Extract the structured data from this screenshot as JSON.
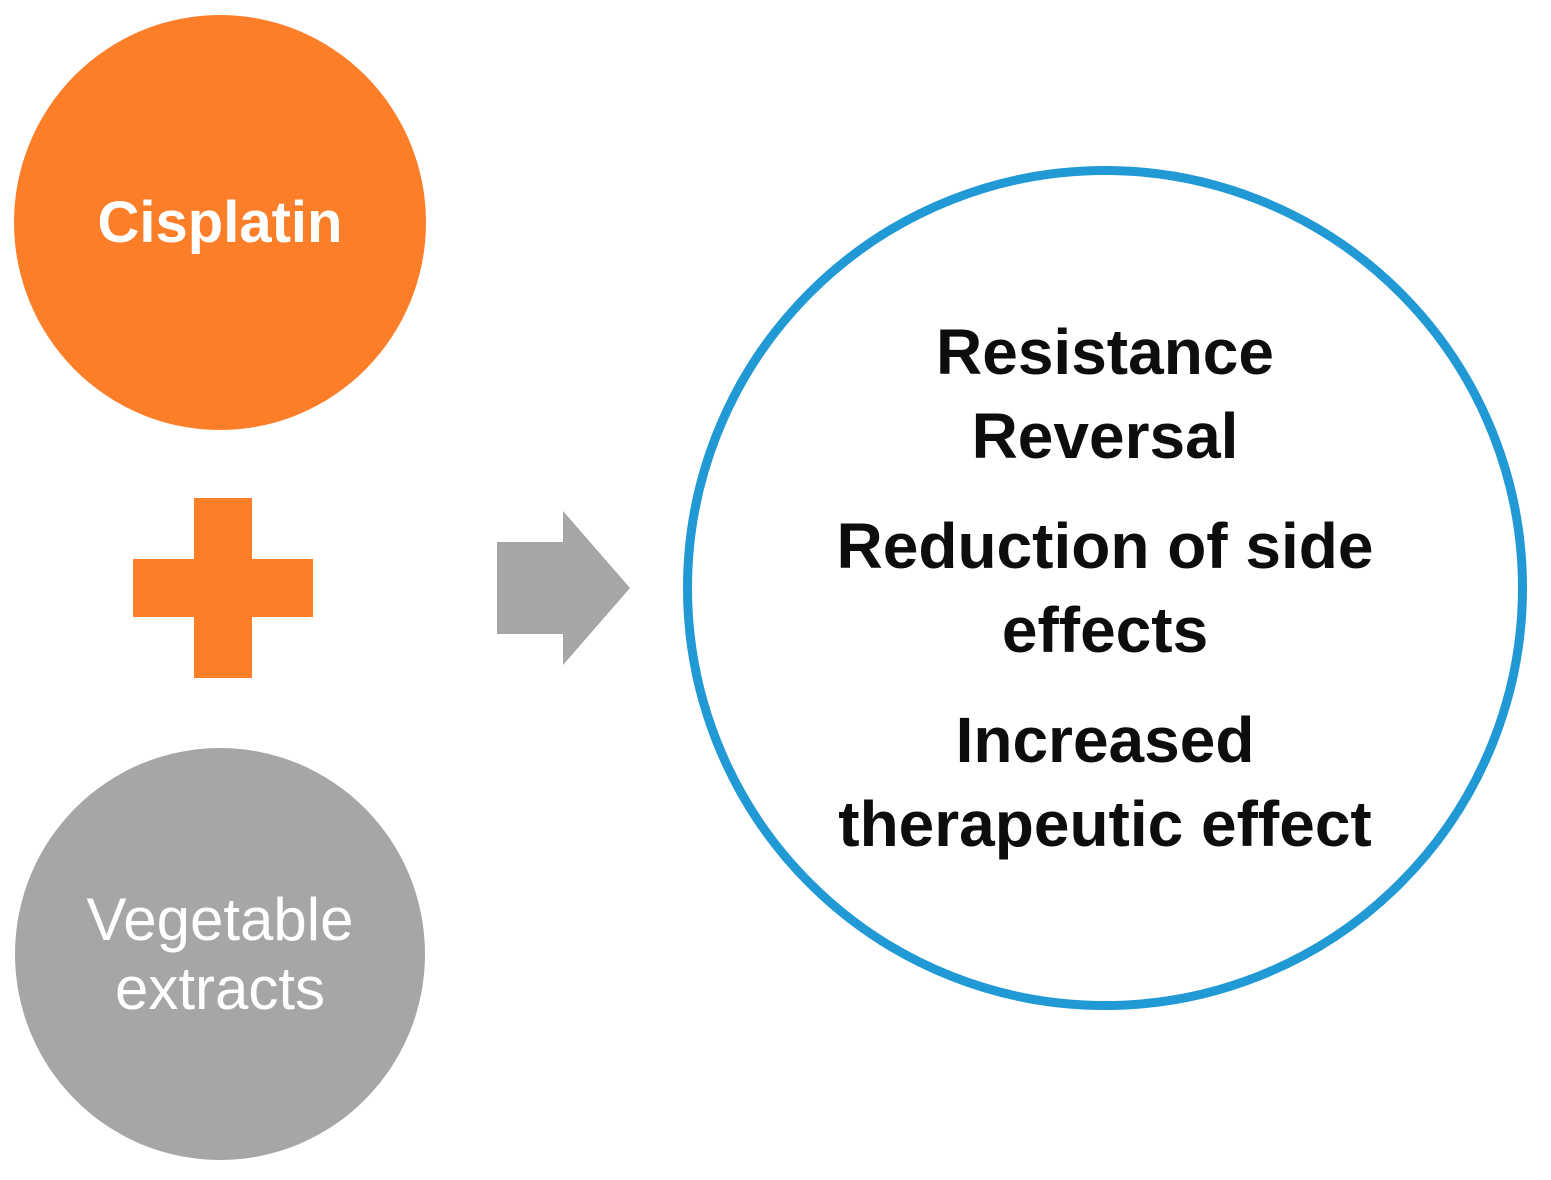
{
  "colors": {
    "orange": "#FC7E28",
    "gray": "#A6A6A6",
    "blue_outline": "#2199D5",
    "text_white": "#FFFFFF",
    "text_black": "#0D0D0D"
  },
  "cisplatin_circle": {
    "label": "Cisplatin"
  },
  "plus_icon": {
    "meaning": "plus"
  },
  "vegetable_circle": {
    "line1": "Vegetable",
    "line2": "extracts"
  },
  "arrow_icon": {
    "meaning": "right-arrow"
  },
  "outcome_circle": {
    "benefits": [
      {
        "line1": "Resistance",
        "line2": "Reversal"
      },
      {
        "line1": "Reduction of side",
        "line2": "effects"
      },
      {
        "line1": "Increased",
        "line2": "therapeutic effect"
      }
    ]
  }
}
